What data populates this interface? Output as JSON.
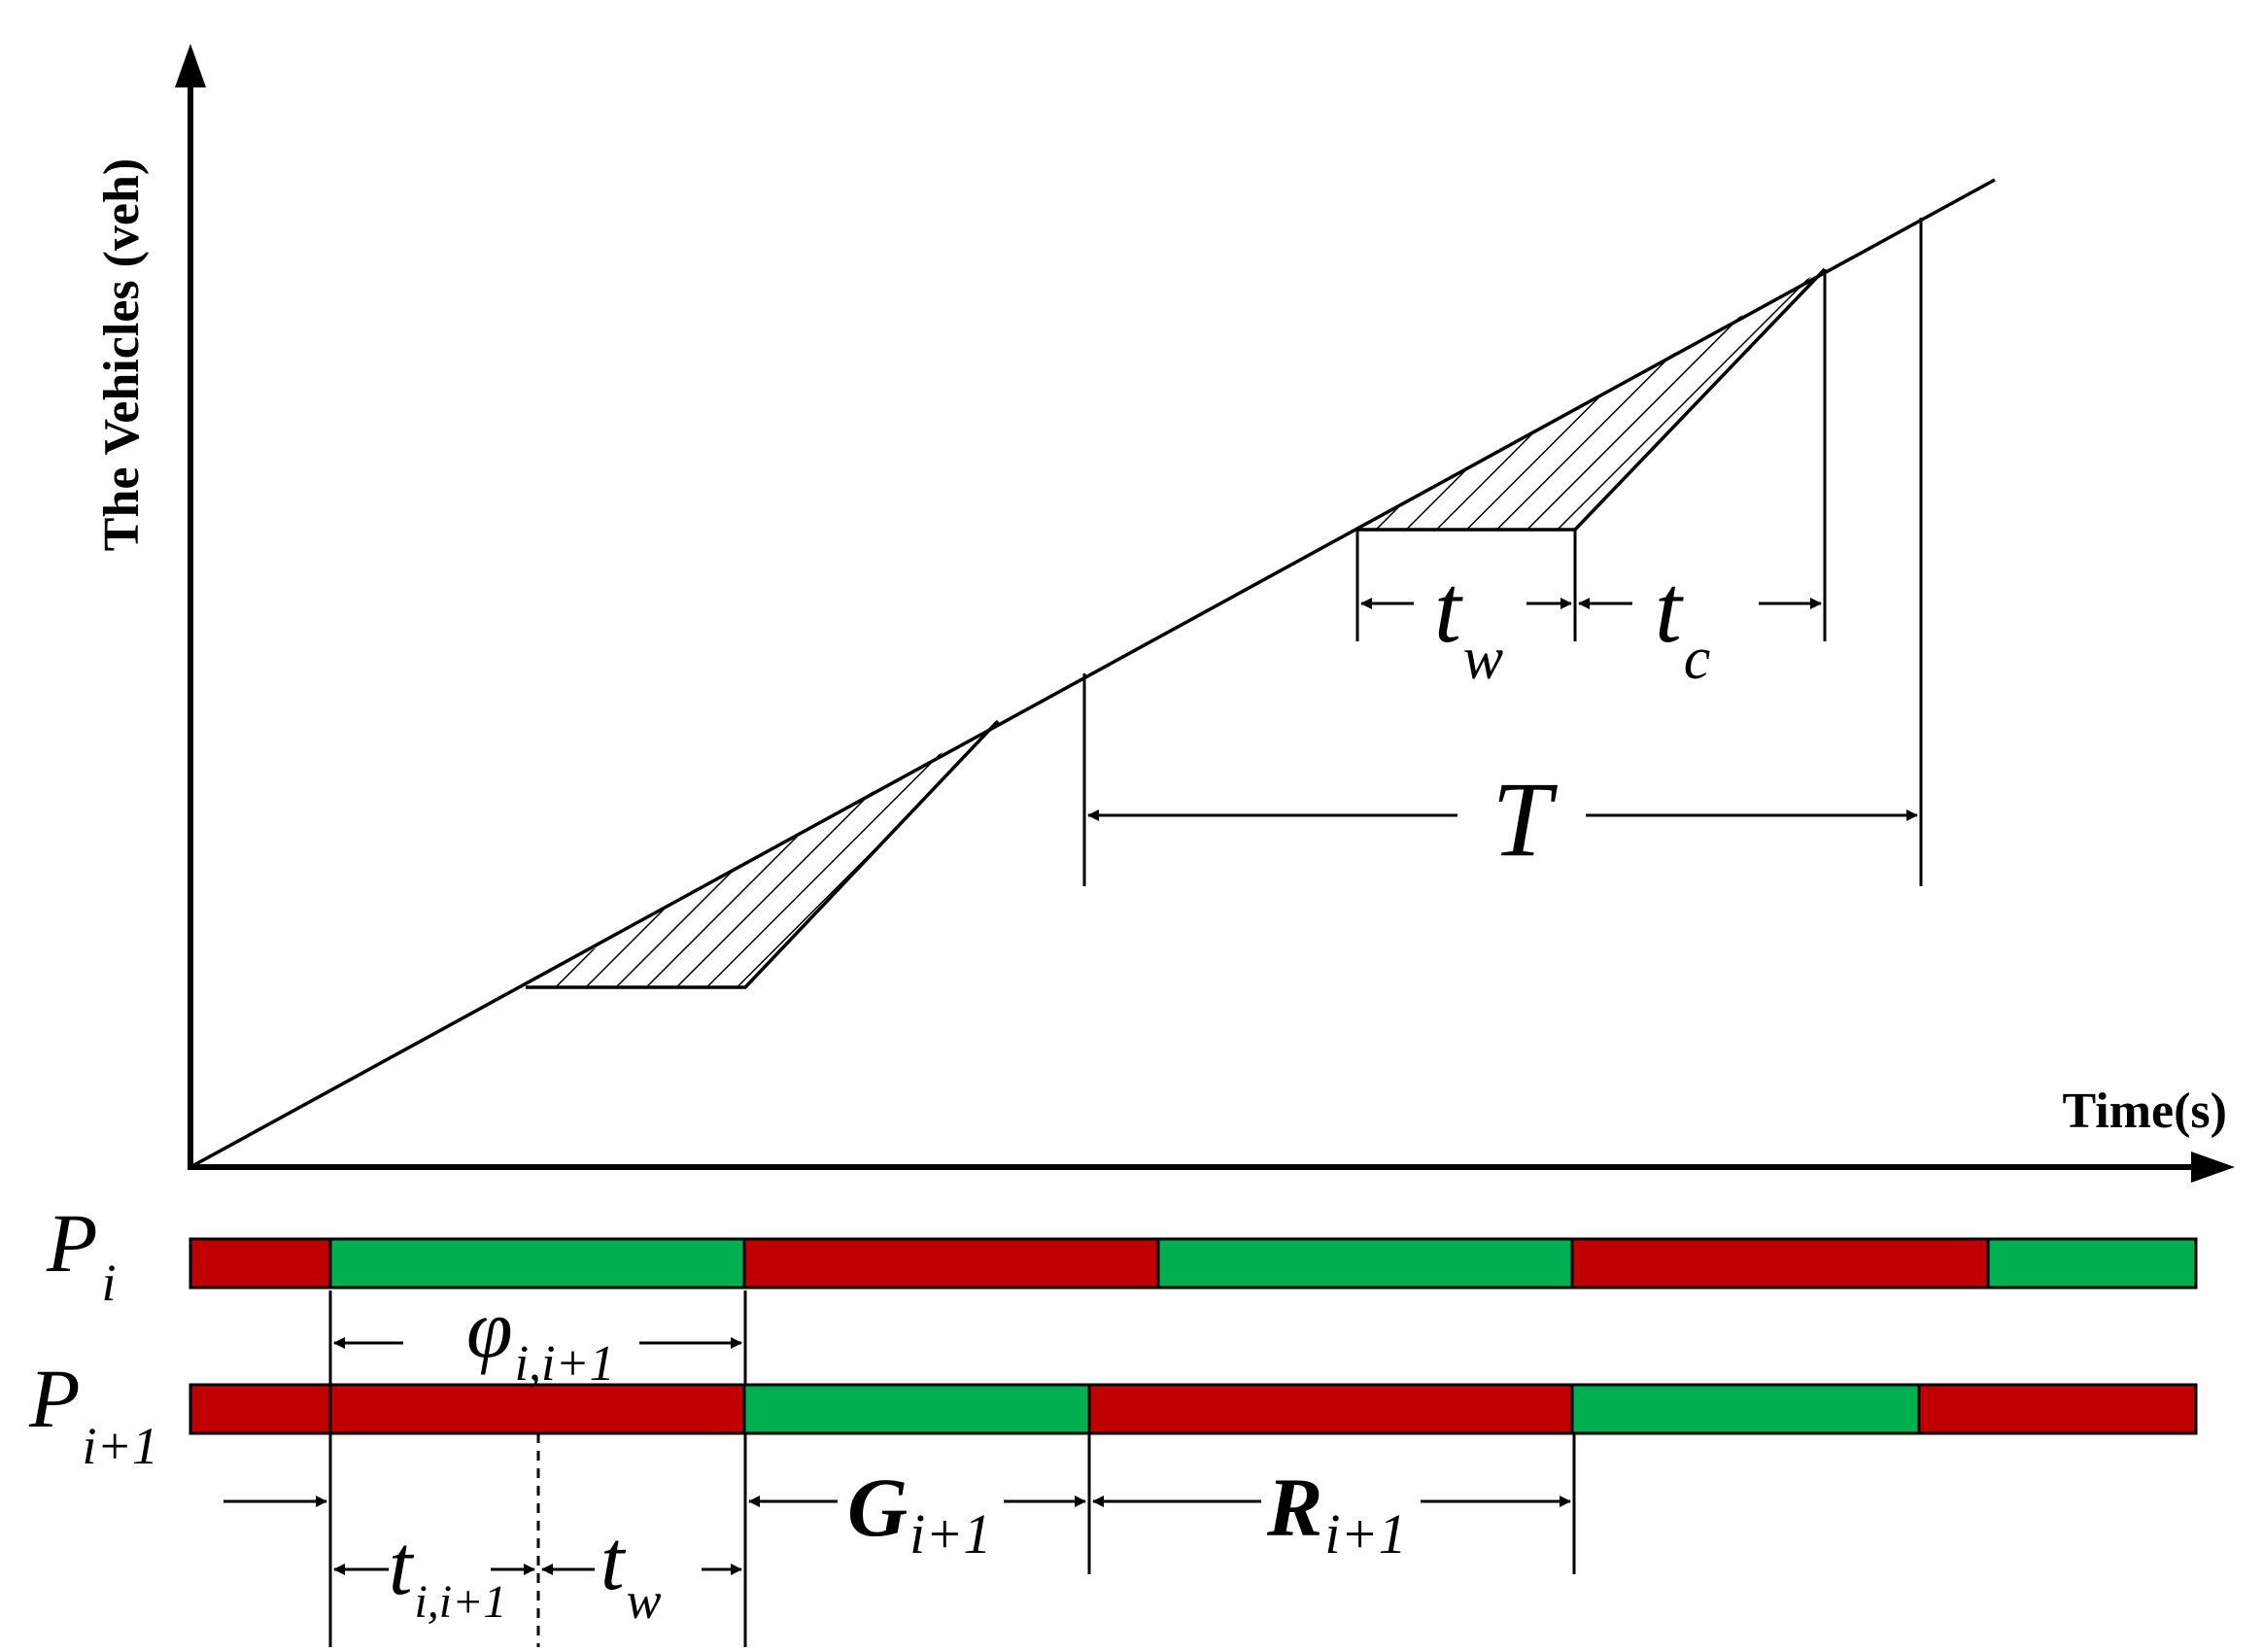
{
  "axes": {
    "y_label": "The Vehicles (veh)",
    "x_label": "Time(s)"
  },
  "labels": {
    "tw_top": {
      "main": "t",
      "sub": "w"
    },
    "tc_top": {
      "main": "t",
      "sub": "c"
    },
    "T": {
      "main": "T"
    },
    "phi": {
      "main": "φ",
      "sub": "i,i+1"
    },
    "P_i": {
      "main": "P",
      "sub": "i"
    },
    "P_i1": {
      "main": "P",
      "sub": "i+1"
    },
    "G": {
      "main": "G",
      "sub": "i+1"
    },
    "R": {
      "main": "R",
      "sub": "i+1"
    },
    "t_ii1": {
      "main": "t",
      "sub": "i,i+1"
    },
    "tw_bottom": {
      "main": "t",
      "sub": "w"
    }
  },
  "colors": {
    "red_phase": "#c00000",
    "green_phase": "#00b050",
    "line": "#000000"
  },
  "signal_bars": {
    "P_i": [
      "red",
      "green",
      "red",
      "green",
      "red",
      "green"
    ],
    "P_i1": [
      "red",
      "red",
      "green",
      "red",
      "green",
      "red"
    ]
  }
}
